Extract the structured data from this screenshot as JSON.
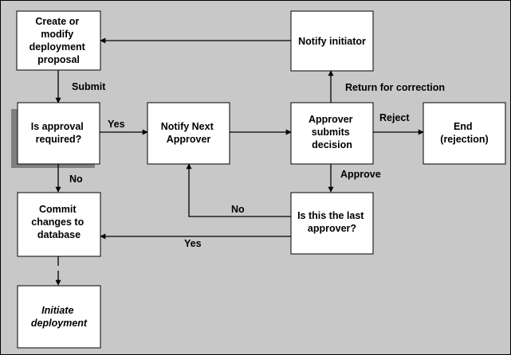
{
  "colors": {
    "background": "#c8c8c8",
    "node_fill": "#ffffff",
    "node_border": "#000000",
    "shadow": "#7f7f7f",
    "line": "#000000"
  },
  "nodes": {
    "create": [
      "Create or",
      "modify",
      "deployment",
      "proposal"
    ],
    "notify_initiator": [
      "Notify initiator"
    ],
    "approval_required": [
      "Is approval",
      "required?"
    ],
    "notify_next": [
      "Notify Next",
      "Approver"
    ],
    "approver_submits": [
      "Approver",
      "submits",
      "decision"
    ],
    "end": [
      "End",
      "(rejection)"
    ],
    "commit": [
      "Commit",
      "changes to",
      "database"
    ],
    "last_approver": [
      "Is this the last",
      "approver?"
    ],
    "initiate": [
      "Initiate",
      "deployment"
    ]
  },
  "edges": {
    "submit": "Submit",
    "return_for_correction": "Return for correction",
    "yes_required": "Yes",
    "reject": "Reject",
    "no_required": "No",
    "approve": "Approve",
    "no_last": "No",
    "yes_last": "Yes"
  }
}
